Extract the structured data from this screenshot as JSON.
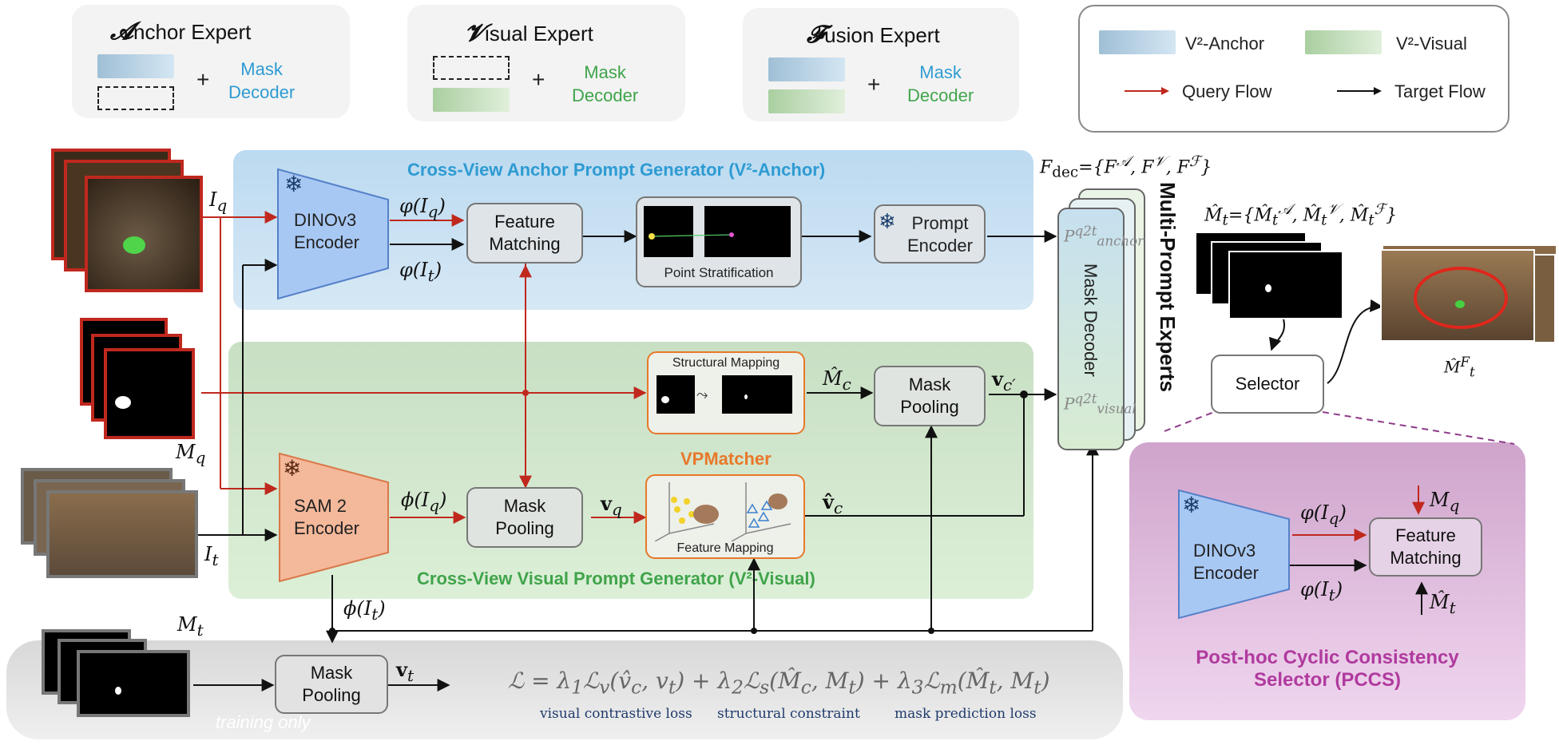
{
  "experts": {
    "anchor": {
      "title_cap": "𝓐",
      "title_rest": "nchor Expert",
      "decoder": "Mask\nDecoder"
    },
    "visual": {
      "title_cap": "𝓥",
      "title_rest": "isual Expert",
      "decoder": "Mask\nDecoder"
    },
    "fusion": {
      "title_cap": "𝓕",
      "title_rest": "usion Expert",
      "decoder": "Mask\nDecoder"
    },
    "plus": "+"
  },
  "legend": {
    "anchor_label": "V²-Anchor",
    "visual_label": "V²-Visual",
    "query_flow": "Query Flow",
    "target_flow": "Target Flow"
  },
  "anchor_panel": {
    "title": "Cross-View Anchor Prompt Generator (V²-Anchor)",
    "encoder": "DINOv3\nEncoder",
    "feature_matching": "Feature\nMatching",
    "point_stratification": "Point Stratification",
    "prompt_encoder": "Prompt\nEncoder"
  },
  "visual_panel": {
    "title": "Cross-View Visual Prompt Generator (V²-Visual)",
    "encoder": "SAM 2\nEncoder",
    "mask_pooling": "Mask\nPooling",
    "structural_mapping": "Structural Mapping",
    "mask_pooling_2": "Mask\nPooling",
    "vpmatcher": "VPMatcher",
    "feature_mapping": "Feature Mapping"
  },
  "math": {
    "Iq": "I",
    "Iq_sub": "q",
    "It": "I",
    "It_sub": "t",
    "Mq": "M",
    "Mq_sub": "q",
    "Mt": "M",
    "Mt_sub": "t",
    "phi_Iq_dino": "φ(I",
    "phi_It_dino": "φ(I",
    "phi_Iq_sam": "ϕ(I",
    "phi_It_sam": "ϕ(I",
    "close": ")",
    "Mc_hat": "M̂",
    "c": "c",
    "v_c_prime": "v",
    "c_prime": "c′",
    "v_q": "v",
    "q": "q",
    "v_c_hat": "v̂",
    "v_t": "v",
    "t": "t",
    "F_dec": "F",
    "dec": "dec",
    "F_dec_set": "={F",
    "F_dec_a": "𝒜",
    "F_dec_v": "𝒱",
    "F_dec_f": "ℱ",
    "M_t_hat_set": "M̂",
    "M_t_hat_rest": "={M̂",
    "p_anchor": "P",
    "p_anchor_sup": "q2t",
    "p_anchor_sub": "anchor",
    "p_visual": "P",
    "p_visual_sup": "q2t",
    "p_visual_sub": "visual",
    "M_t_F": "M̂",
    "M_t_F_sup": "F",
    "M_t_F_sub": "t"
  },
  "mask_decoder": "Mask Decoder",
  "multi_prompt": "Multi-Prompt Experts",
  "selector": "Selector",
  "loss": {
    "formula_a": "ℒ = λ",
    "formula_rest": "ℒ",
    "visual_loss": "visual contrastive loss",
    "structural_loss": "structural constraint",
    "mask_loss": "mask prediction loss"
  },
  "training": {
    "mask_pooling": "Mask\nPooling",
    "label": "training only"
  },
  "pccs": {
    "encoder": "DINOv3\nEncoder",
    "feature_matching": "Feature\nMatching",
    "title": "Post-hoc Cyclic Consistency\nSelector (PCCS)"
  },
  "colors": {
    "query_flow": "#c0281e",
    "target_flow": "#111111",
    "anchor_accent": "#2d9bd2",
    "visual_accent": "#3fa44a",
    "vpmatcher": "#e8782a",
    "pccs_accent": "#b03a9e"
  }
}
